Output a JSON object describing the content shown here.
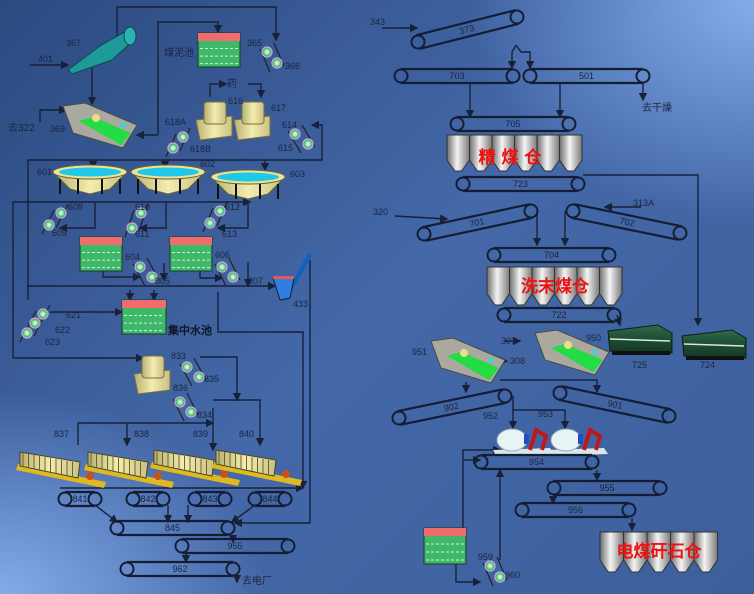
{
  "conveyors": {
    "c373": "373",
    "c703": "703",
    "c501": "501",
    "c705": "705",
    "c723": "723",
    "c701": "701",
    "c702": "702",
    "c704": "704",
    "c722": "722",
    "c902": "902",
    "c901": "901",
    "c954": "954",
    "c955r": "955",
    "c956": "956",
    "c841": "841",
    "c842": "842",
    "c843": "843",
    "c844": "844",
    "c845": "845",
    "c955l": "955",
    "c962": "962"
  },
  "labels": {
    "l401": "401",
    "l367": "367",
    "l365": "365",
    "l366": "366",
    "l616": "616",
    "l617": "617",
    "l618A": "618A",
    "l618B": "618B",
    "l614": "614",
    "l615": "615",
    "l369": "369",
    "l601": "601",
    "l602": "602",
    "l603": "603",
    "l608": "608",
    "l609": "609",
    "l610": "610",
    "l611": "611",
    "l612": "612",
    "l613": "613",
    "l604": "604",
    "l605": "605",
    "l606": "606",
    "l607": "607",
    "l433": "433",
    "l621": "621",
    "l622": "622",
    "l623": "623",
    "l833": "833",
    "l835": "835",
    "l836": "836",
    "l834": "834",
    "l837": "837",
    "l838": "838",
    "l839": "839",
    "l840": "840",
    "l343": "343",
    "l320": "320",
    "l313A": "313A",
    "l307": "307",
    "l308": "308",
    "l950": "950",
    "l951": "951",
    "l725": "725",
    "l724": "724",
    "l952": "952",
    "l953": "953",
    "l959": "959",
    "l960": "960"
  },
  "names": {
    "slime_pond": "煤泥池",
    "reagent": "药",
    "to_322": "去322",
    "central_pool": "集中水池",
    "to_power_plant": "去电厂",
    "to_dryer": "去干燥"
  },
  "bins": {
    "clean_coal": "精 煤 仓",
    "washed_fines": "洗末煤仓",
    "power_coal_gangue": "电煤矸石仓"
  }
}
